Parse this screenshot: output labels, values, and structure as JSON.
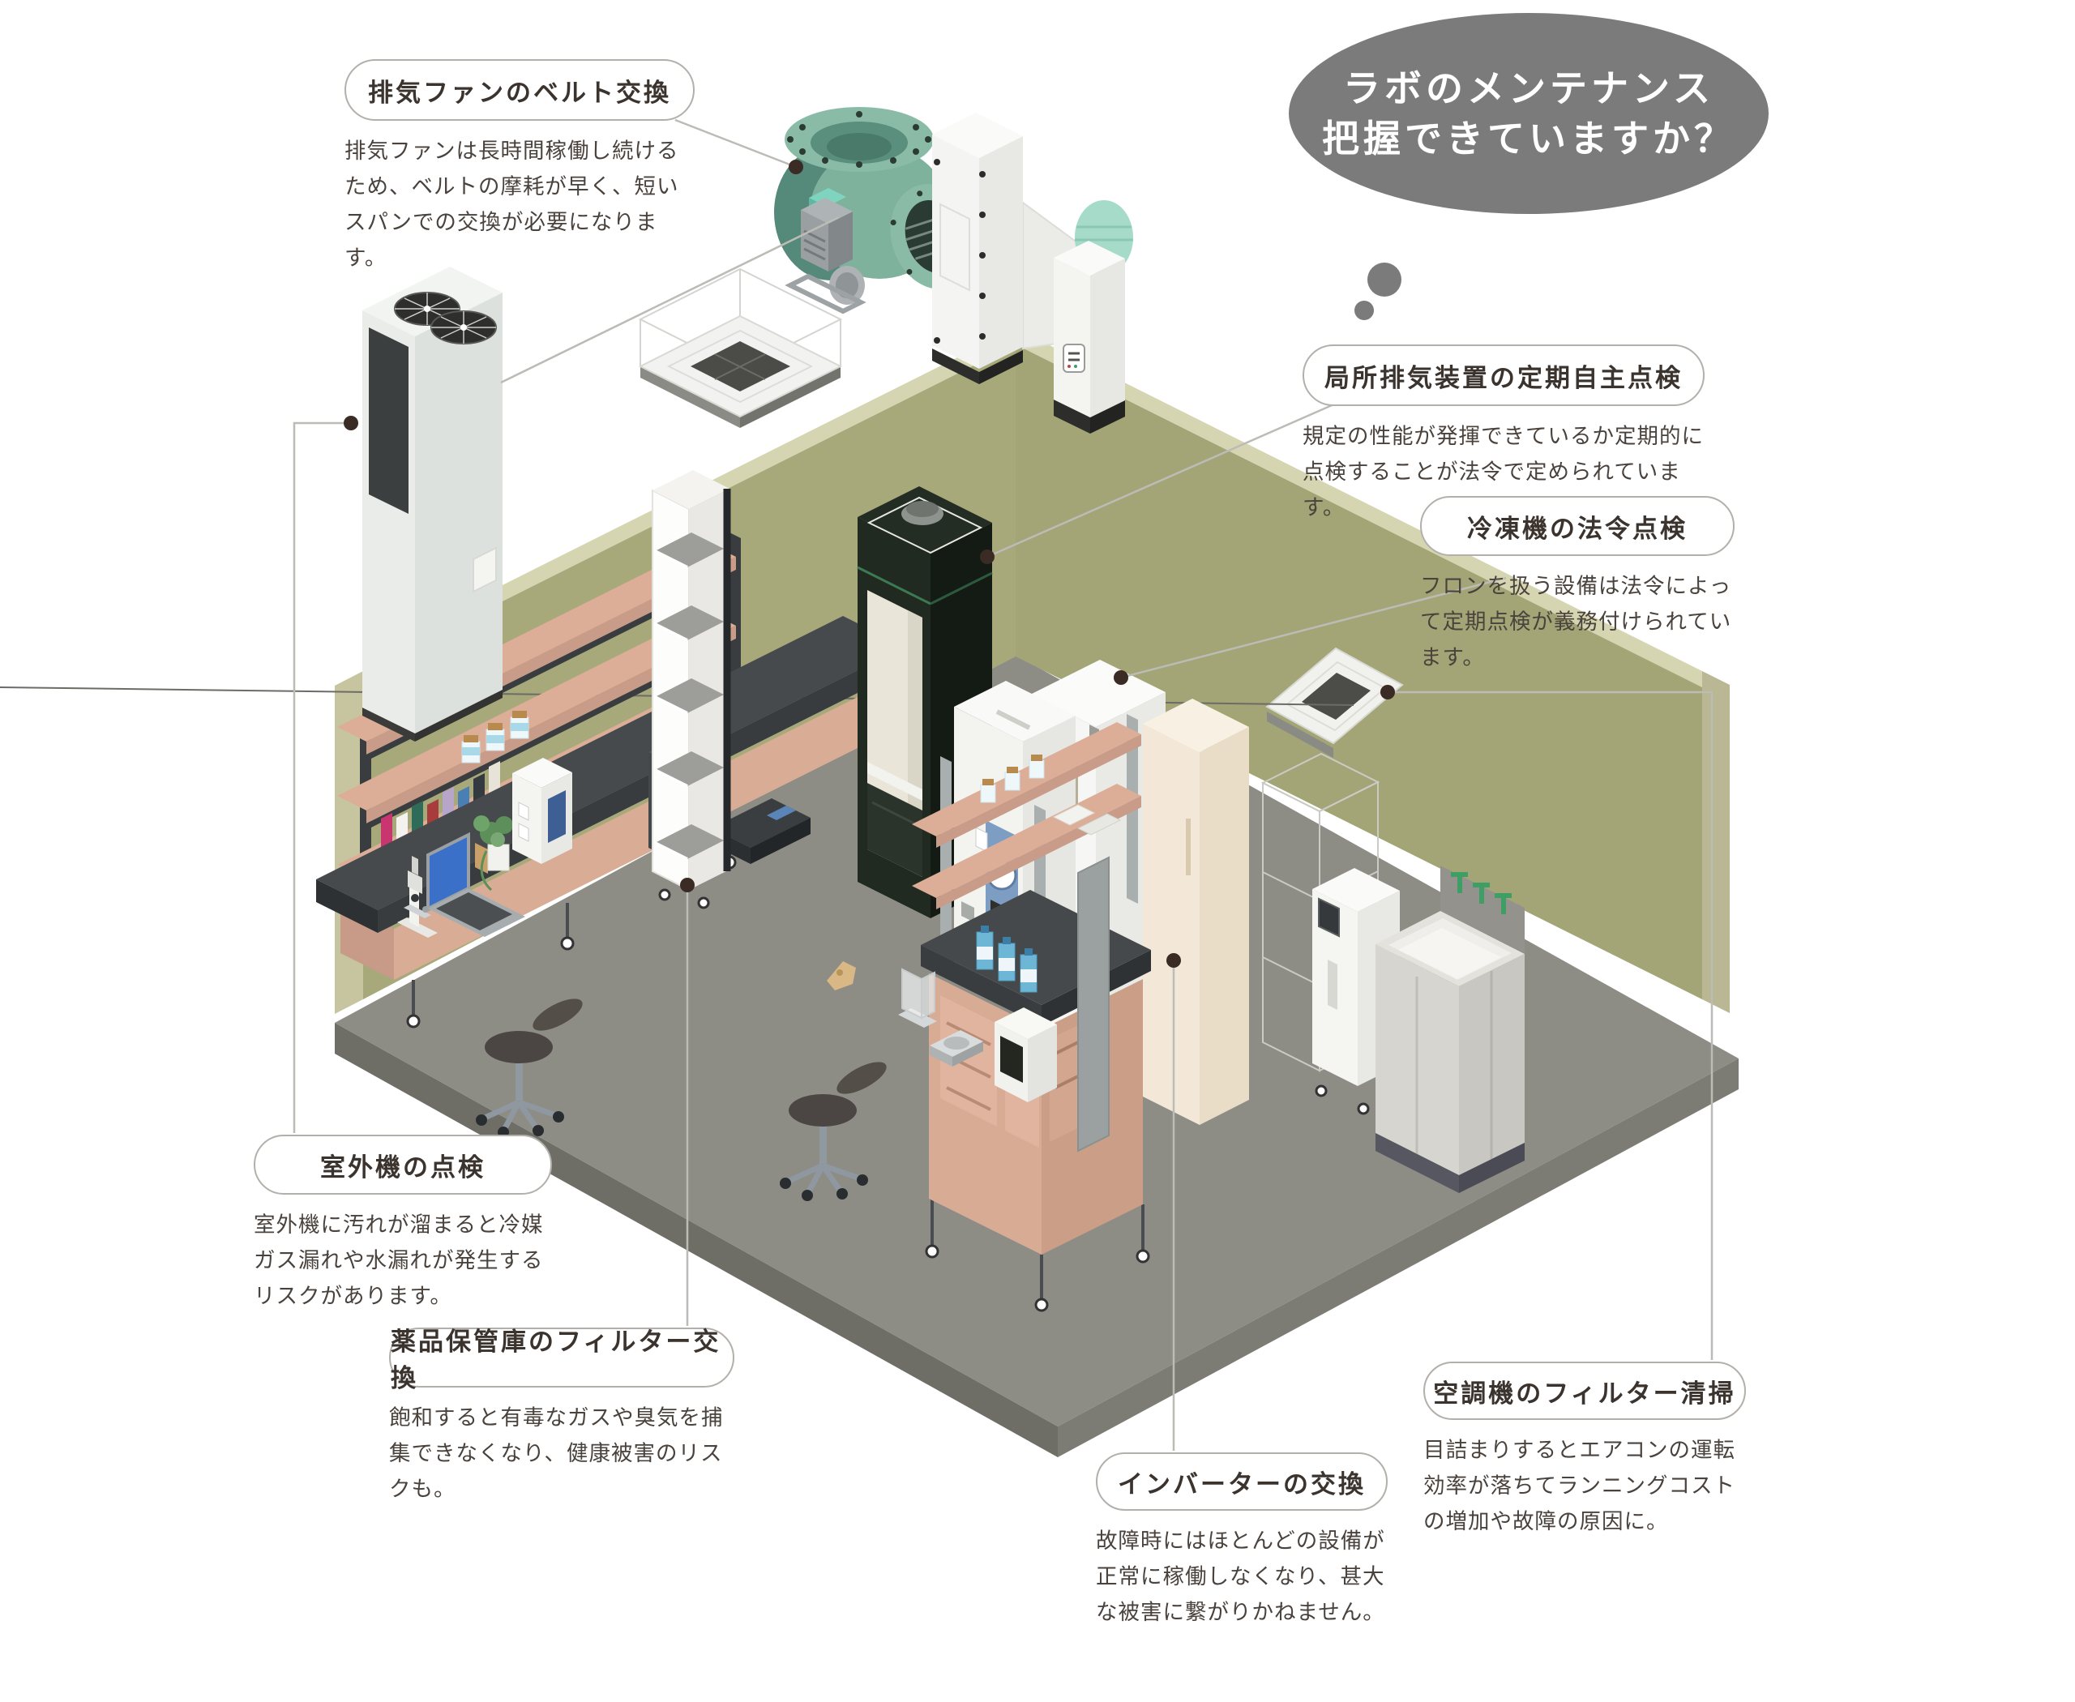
{
  "bubble": {
    "line1": "ラボのメンテナンス",
    "line2": "把握できていますか？"
  },
  "callouts": [
    {
      "id": "exhaust-fan-belt",
      "title": "排気ファンのベルト交換",
      "description": "排気ファンは長時間稼働し続けるため、ベルトの摩耗が早く、短いスパンでの交換が必要になります。"
    },
    {
      "id": "local-exhaust-self-inspection",
      "title": "局所排気装置の定期自主点検",
      "description": "規定の性能が発揮できているか定期的に点検することが法令で定められています。"
    },
    {
      "id": "refrigerator-legal-inspection",
      "title": "冷凍機の法令点検",
      "description": "フロンを扱う設備は法令によって定期点検が義務付けられています。"
    },
    {
      "id": "outdoor-unit-inspection",
      "title": "室外機の点検",
      "description": "室外機に汚れが溜まると冷媒ガス漏れや水漏れが発生するリスクがあります。"
    },
    {
      "id": "chemical-storage-filter",
      "title": "薬品保管庫のフィルター交換",
      "description": "飽和すると有毒なガスや臭気を捕集できなくなり、健康被害のリスクも。"
    },
    {
      "id": "inverter-replacement",
      "title": "インバーターの交換",
      "description": "故障時にはほとんどの設備が正常に稼働しなくなり、甚大な被害に繋がりかねません。"
    },
    {
      "id": "ac-filter-cleaning",
      "title": "空調機のフィルター清掃",
      "description": "目詰まりするとエアコンの運転効率が落ちてランニングコストの増加や故障の原因に。"
    }
  ],
  "palette": {
    "bubble_gray": "#7b7b7b",
    "wall_olive": "#a7a97b",
    "wall_bevel": "#d6d5b1",
    "floor_gray": "#8d8d86",
    "bench_top": "#46494b",
    "bench_wood": "#d8ab95",
    "fan_teal": "#7fb29c",
    "scrubber_teal": "#a5dbc8",
    "accent_green_faucet": "#3f9e63",
    "leader_line": "#bcbcb6",
    "leader_dot": "#3a2b24"
  }
}
